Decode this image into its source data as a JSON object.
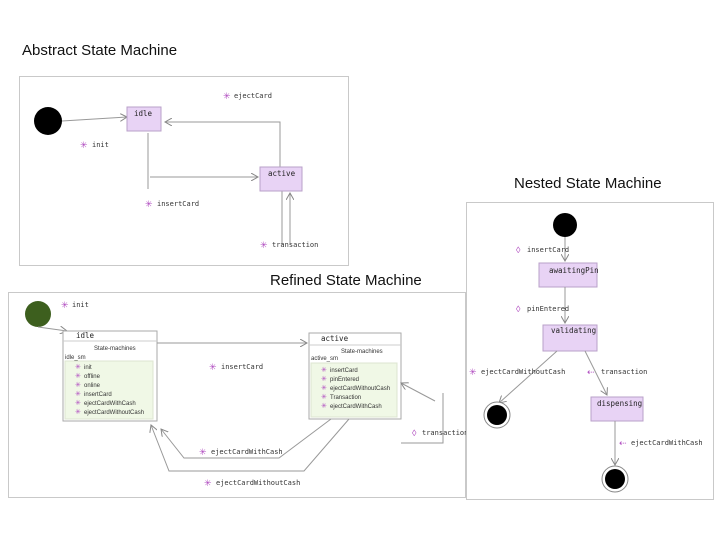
{
  "titles": {
    "abstract": "Abstract State Machine",
    "nested": "Nested State Machine",
    "refined": "Refined State Machine"
  },
  "abstract": {
    "states": {
      "idle": "idle",
      "active": "active"
    },
    "transitions": {
      "eject": "ejectCard",
      "init": "init",
      "insert": "insertCard",
      "transaction": "transaction"
    }
  },
  "nested": {
    "states": {
      "awaiting": "awaitingPin",
      "validating": "validating",
      "dispensing": "dispensing"
    },
    "transitions": {
      "insert": "insertCard",
      "pin": "pinEntered",
      "eject_without": "ejectCardWithoutCash",
      "transaction": "transaction",
      "eject_with": "ejectCardWithCash"
    }
  },
  "refined": {
    "init": "init",
    "idle": {
      "name": "idle",
      "sub_header": "State-machines",
      "compartment": "idle_sm",
      "items": [
        "init",
        "offline",
        "online",
        "insertCard",
        "ejectCardWithCash",
        "ejectCardWithoutCash"
      ]
    },
    "active": {
      "name": "active",
      "sub_header": "State-machines",
      "compartment": "active_sm",
      "items": [
        "insertCard",
        "pinEntered",
        "ejectCardWithoutCash",
        "Transaction",
        "ejectCardWithCash"
      ]
    },
    "transitions": {
      "insert": "insertCard",
      "eject_with": "ejectCardWithCash",
      "eject_without": "ejectCardWithoutCash",
      "transaction": "transaction"
    }
  },
  "colors": {
    "state_fill": "#e8d3f5",
    "state_border": "#b9a0c9",
    "initial_refined": "#3d5f1e",
    "marker": "#b04cc0"
  }
}
